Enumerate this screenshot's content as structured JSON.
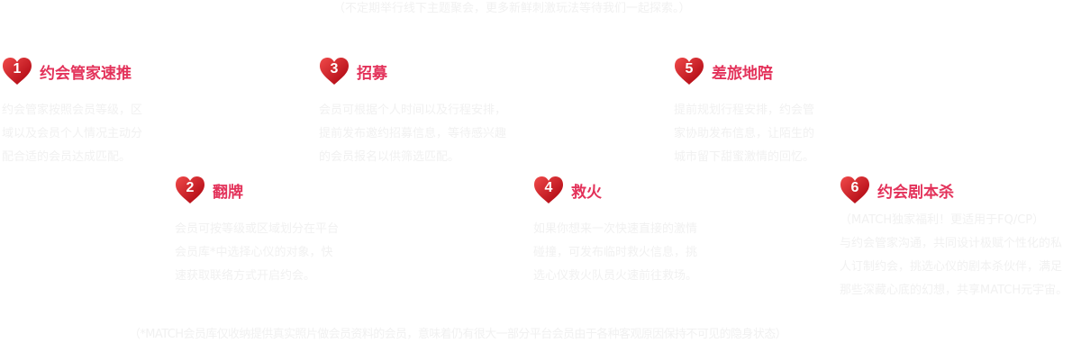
{
  "top_note": "（不定期举行线下主题聚会，更多新鲜刺激玩法等待我们一起探索。）",
  "features": [
    {
      "number": "1",
      "title": "约会管家速推",
      "lines": [
        "约会管家按照会员等级，区",
        "域以及会员个人情况主动分",
        "配合适的会员达成匹配。"
      ]
    },
    {
      "number": "2",
      "title": "翻牌",
      "lines": [
        "会员可按等级或区域划分在平台",
        "会员库*中选择心仪的对象，快",
        "速获取联络方式开启约会。"
      ]
    },
    {
      "number": "3",
      "title": "招募",
      "lines": [
        "会员可根据个人时间以及行程安排，",
        "提前发布邀约招募信息，等待感兴趣",
        "的会员报名以供筛选匹配。"
      ]
    },
    {
      "number": "4",
      "title": "救火",
      "lines": [
        "如果你想来一次快速直接的激情",
        "碰撞，可发布临时救火信息，挑",
        "选心仪救火队员火速前往救场。"
      ]
    },
    {
      "number": "5",
      "title": "差旅地陪",
      "lines": [
        "提前规划行程安排，约会管",
        "家协助发布信息，让陌生的",
        "城市留下甜蜜激情的回忆。"
      ]
    },
    {
      "number": "6",
      "title": "约会剧本杀",
      "lines": [
        "（MATCH独家福利！更适用于FQ/CP）",
        "与约会管家沟通，共同设计极赋个性化的私",
        "人订制约会，挑选心仪的剧本杀伙伴，满足",
        "那些深藏心底的幻想，共享MATCH元宇宙。"
      ]
    }
  ],
  "bottom_note": "（*MATCH会员库仅收纳提供真实照片做会员资料的会员，意味着仍有很大一部分平台会员由于各种客观原因保持不可见的隐身状态）",
  "colors": {
    "accent": "#e3325a",
    "heart": "#c8101e",
    "muted_text": "#f1f1f1"
  }
}
